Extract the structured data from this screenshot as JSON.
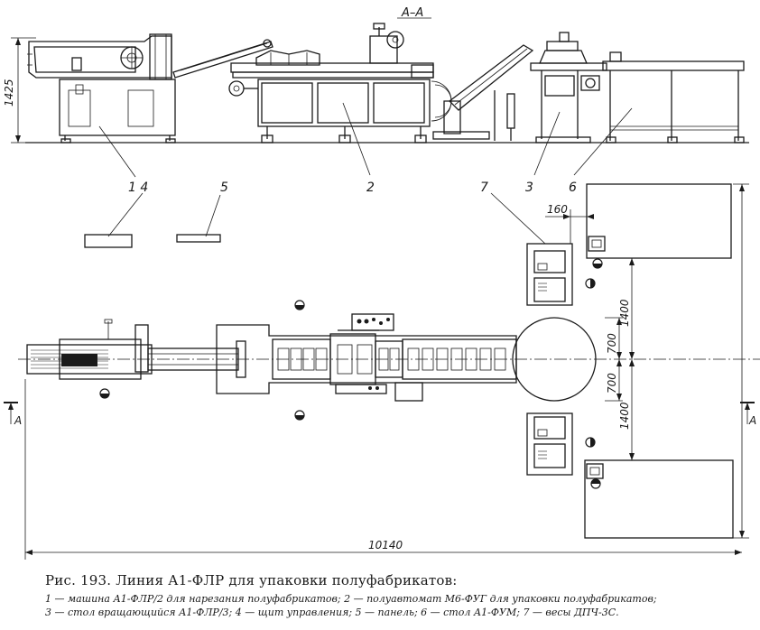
{
  "section_label": "А–А",
  "height_dim": "1425",
  "total_length_dim": "10140",
  "dim_160": "160",
  "dim_700_top": "700",
  "dim_700_bottom": "700",
  "dim_1400_top": "1400",
  "dim_1400_bottom": "1400",
  "section_mark_left": "А",
  "section_mark_right": "А",
  "callouts": {
    "c14": "1 4",
    "c5": "5",
    "c2": "2",
    "c3": "3",
    "c6": "6",
    "c7": "7"
  },
  "caption": {
    "title": "Рис. 193. Линия А1-ФЛР для упаковки полуфабрикатов:",
    "line1": "1 — машина А1-ФЛР/2 для нарезания полуфабрикатов; 2 — полуавтомат М6-ФУГ для упаковки полуфабрикатов;",
    "line2": "3 — стол вращающийся А1-ФЛР/3; 4 — щит управления; 5 — панель; 6 — стол А1-ФУМ; 7 — весы ДПЧ-3С."
  }
}
